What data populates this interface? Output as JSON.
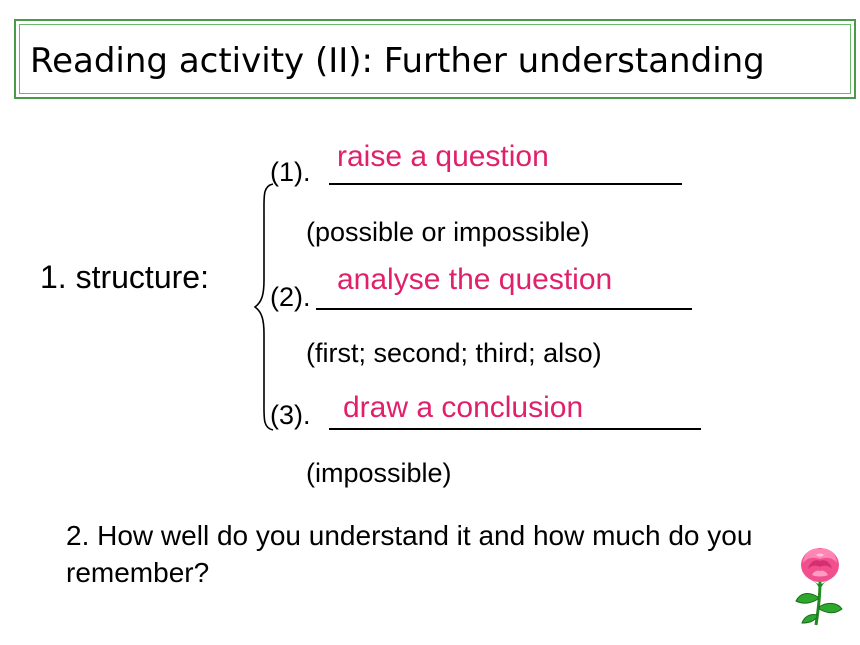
{
  "title": "Reading activity (II): Further understanding",
  "structure": {
    "label": "1. structure:",
    "items": [
      {
        "number": "(1).",
        "answer": "raise a question",
        "hint": "(possible or impossible)"
      },
      {
        "number": "(2).",
        "answer": "analyse the question",
        "hint": "(first; second; third; also)"
      },
      {
        "number": "(3).",
        "answer": "draw a conclusion",
        "hint": "(impossible)"
      }
    ]
  },
  "question": "2. How well do you understand it and how much do you remember?",
  "colors": {
    "answer": "#e0206a",
    "frame": "#4a9a4a",
    "text": "#000000"
  },
  "icons": {
    "decoration": "pink-rose-icon"
  }
}
